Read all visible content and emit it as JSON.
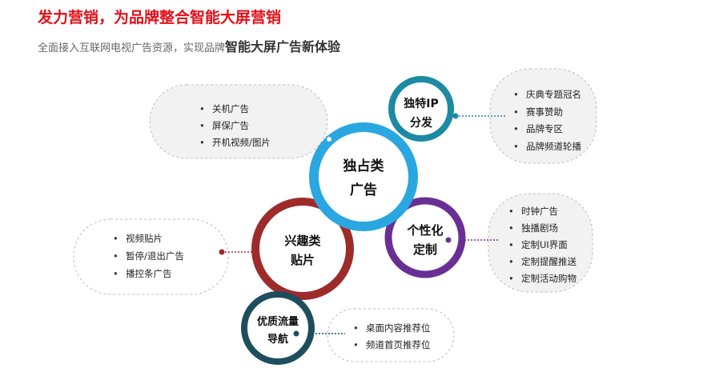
{
  "header": {
    "title": "发力营销，为品牌整合智能大屏营销",
    "subtitle_prefix": "全面接入互联网电视广告资源，实现品牌",
    "subtitle_emphasis": "智能大屏广告新体验"
  },
  "colors": {
    "title_red": "#e3101a",
    "exclusive_ring": "#2aa7e0",
    "ip_ring": "#1b8aa2",
    "custom_ring": "#6a2f95",
    "interest_ring": "#9e2b2b",
    "traffic_ring": "#1e4e5e"
  },
  "center": {
    "line1": "独占类",
    "line2": "广告"
  },
  "ip": {
    "line1": "独特IP",
    "line2": "分发"
  },
  "custom": {
    "line1": "个性化",
    "line2": "定制"
  },
  "interest": {
    "line1": "兴趣类",
    "line2": "贴片"
  },
  "traffic": {
    "line1": "优质流量",
    "line2": "导航"
  },
  "lists": {
    "exclusive": [
      "关机广告",
      "屏保广告",
      "开机视频/图片"
    ],
    "ip": [
      "庆典专题冠名",
      "赛事赞助",
      "品牌专区",
      "品牌频道轮播"
    ],
    "custom": [
      "时钟广告",
      "独播剧场",
      "定制UI界面",
      "定制提醒推送",
      "定制活动购物"
    ],
    "interest": [
      "视频贴片",
      "暂停/退出广告",
      "播控条广告"
    ],
    "traffic": [
      "桌面内容推荐位",
      "频道首页推荐位"
    ]
  }
}
